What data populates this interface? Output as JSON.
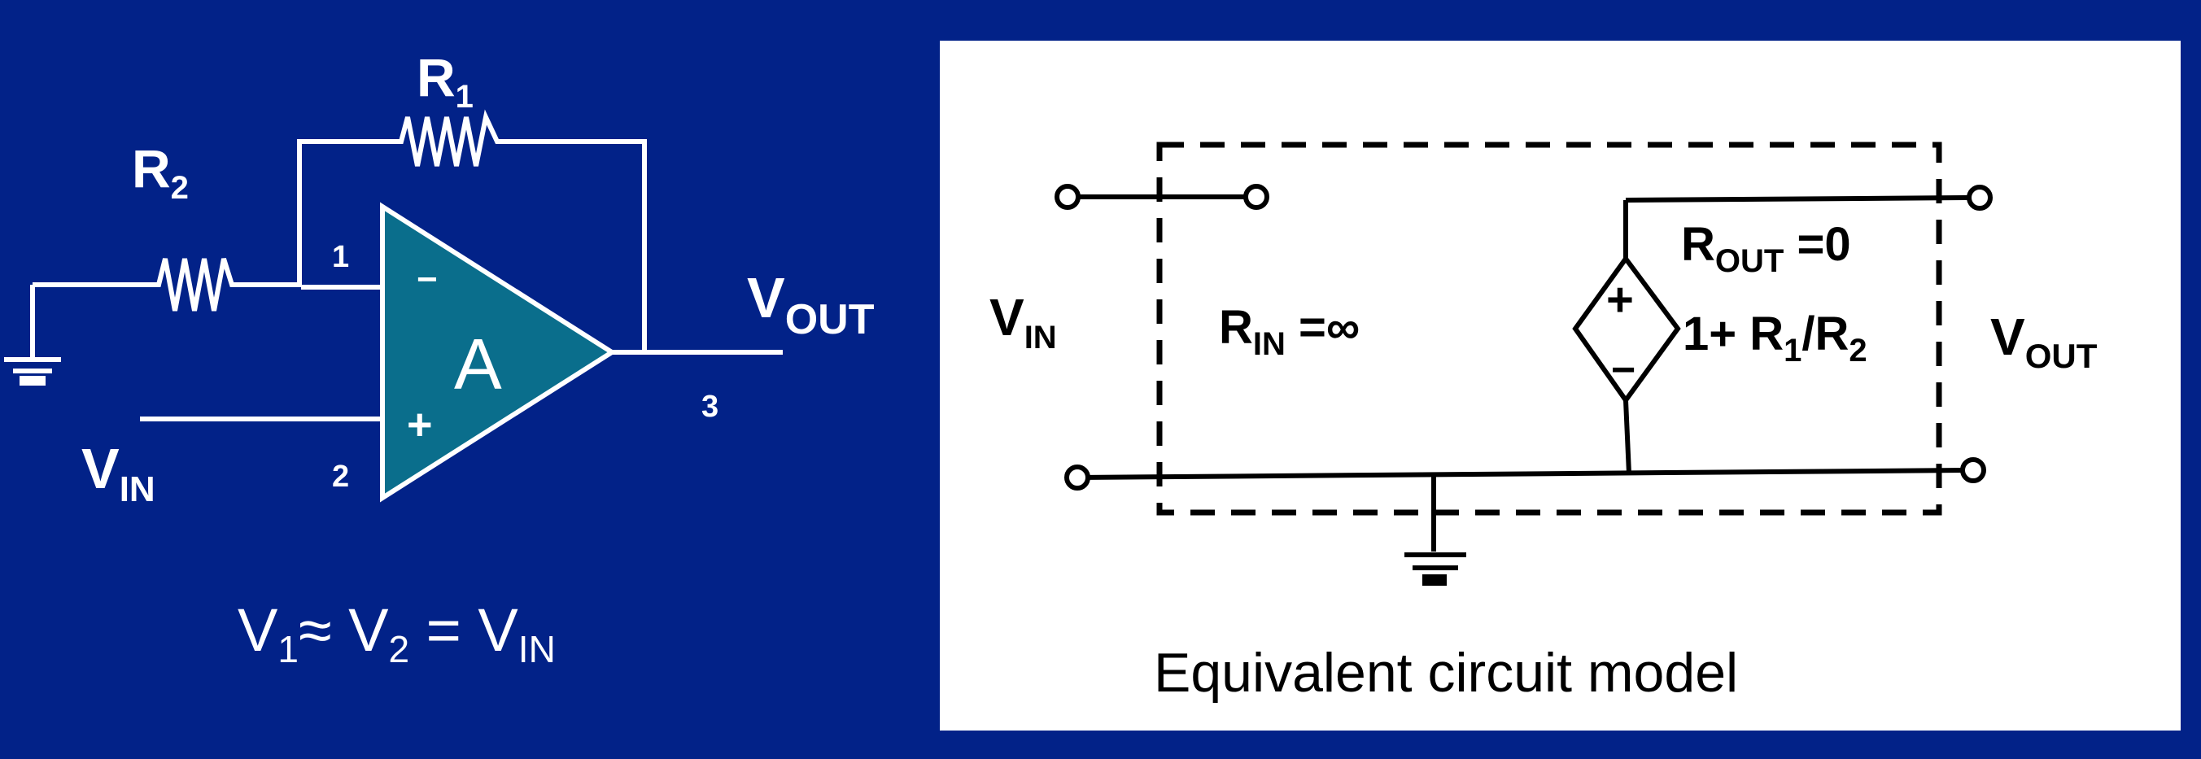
{
  "colors": {
    "background": "#022288",
    "amp_fill": "#0a6e8c",
    "panel_fill": "#ffffff",
    "line_left": "#ffffff",
    "line_right": "#000000"
  },
  "left": {
    "r1": {
      "main": "R",
      "sub": "1"
    },
    "r2": {
      "main": "R",
      "sub": "2"
    },
    "amp_label": "A",
    "minus_sign": "−",
    "plus_sign": "+",
    "node1": "1",
    "node2": "2",
    "node3": "3",
    "vout": {
      "main": "V",
      "sub": "OUT"
    },
    "vin": {
      "main": "V",
      "sub": "IN"
    },
    "equation": {
      "v1": "V",
      "v1_sub": "1",
      "approx": "≈",
      "v2": " V",
      "v2_sub": "2",
      "eq": " = V",
      "vin_sub": "IN"
    }
  },
  "right": {
    "vin": {
      "main": "V",
      "sub": "IN"
    },
    "vout": {
      "main": "V",
      "sub": "OUT"
    },
    "rin": {
      "main": "R",
      "sub": "IN",
      "rest": " =∞"
    },
    "rout": {
      "main": "R",
      "sub": "OUT",
      "rest": " =0"
    },
    "gain": {
      "a": "1+ R",
      "a_sub": "1",
      "b": "/R",
      "b_sub": "2"
    },
    "src_plus": "+",
    "src_minus": "−",
    "caption": "Equivalent circuit model"
  }
}
